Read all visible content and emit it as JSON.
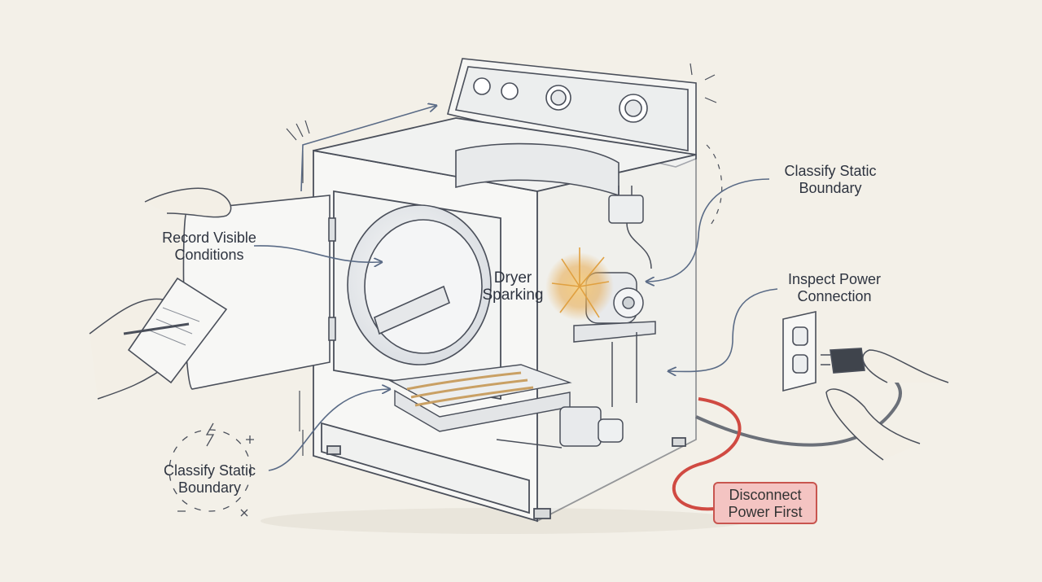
{
  "labels": {
    "top_right": [
      "Classify Static",
      "Boundary"
    ],
    "left": [
      "Record Visible",
      "Conditions"
    ],
    "center": [
      "Dryer",
      "Sparking"
    ],
    "right": [
      "Inspect Power",
      "Connection"
    ],
    "bottom_left": [
      "Classify Static",
      "Boundary"
    ],
    "warning": [
      "Disconnect",
      "Power First"
    ]
  },
  "colors": {
    "background": "#f3f0e8",
    "ink": "#4a4f5a",
    "arrow": "#5a6b86",
    "spark": "#e0a040",
    "cord": "#d04a42",
    "warning_fill": "#f4c4c2",
    "warning_border": "#c8554f"
  },
  "icons": [
    "dryer-illustration",
    "spark-burst",
    "power-outlet",
    "plug",
    "clipboard",
    "lightning-icon"
  ]
}
